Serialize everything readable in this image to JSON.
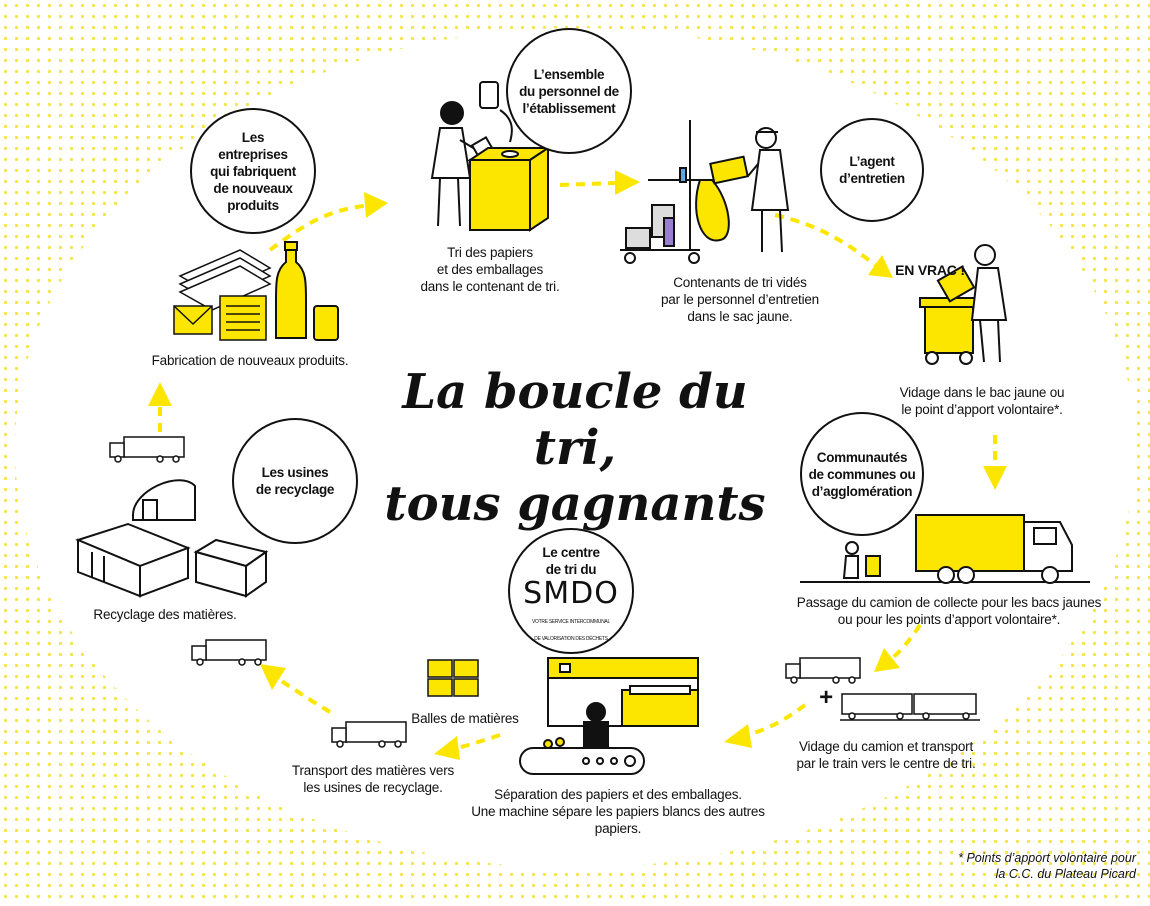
{
  "title": {
    "line1": "La boucle du tri,",
    "line2": "tous gagnants !"
  },
  "actors": {
    "staff": [
      "L’ensemble",
      "du personnel de",
      "l’établissement"
    ],
    "agent": [
      "L’agent",
      "d’entretien"
    ],
    "communities": [
      "Communautés",
      "de communes ou",
      "d’agglomération"
    ],
    "center": [
      "Le centre",
      "de tri du"
    ],
    "factories": [
      "Les usines",
      "de recyclage"
    ],
    "companies": [
      "Les",
      "entreprises",
      "qui fabriquent",
      "de nouveaux",
      "produits"
    ]
  },
  "smdo": {
    "logo_text": "SMDO",
    "tagline_1": "VOTRE SERVICE INTERCOMMUNAL",
    "tagline_2": "DE VALORISATION DES DÉCHETS"
  },
  "steps": {
    "tri": [
      "Tri des papiers",
      "et des emballages",
      "dans le contenant de tri."
    ],
    "vides": [
      "Contenants de tri vidés",
      "par le personnel d’entretien",
      "dans le sac jaune."
    ],
    "en_vrac": "EN VRAC !",
    "vidage": [
      "Vidage dans le bac jaune ou",
      "le point d’apport volontaire*."
    ],
    "passage": [
      "Passage du camion de collecte pour les bacs jaunes",
      "ou pour les points d’apport volontaire*."
    ],
    "train": [
      "Vidage du camion et transport",
      "par le train vers le centre de tri."
    ],
    "separation": [
      "Séparation des papiers et des emballages.",
      "Une machine sépare les papiers blancs des autres papiers."
    ],
    "balles": "Balles de matières",
    "transport": [
      "Transport des matières vers",
      "les usines de recyclage."
    ],
    "recyclage": "Recyclage des matières.",
    "fabrication": "Fabrication de nouveaux produits."
  },
  "footnote": [
    "* Points d’apport volontaire pour",
    "la C.C. du Plateau Picard"
  ],
  "plus_sign": "+",
  "colors": {
    "accent": "#fce600",
    "ink": "#111111",
    "dots": "#f5e44a"
  },
  "icons": [
    "person-sorting-icon",
    "sorting-bin-icon",
    "cleaning-cart-icon",
    "cleaning-agent-icon",
    "yellow-wheelie-bin-icon",
    "collection-truck-icon",
    "truck-icon",
    "train-icon",
    "sorting-center-building-icon",
    "conveyor-belt-icon",
    "material-bales-icon",
    "factory-icon",
    "warehouse-icon",
    "paper-stack-icon",
    "bottle-icon",
    "can-icon",
    "envelope-icon",
    "newspaper-icon"
  ]
}
